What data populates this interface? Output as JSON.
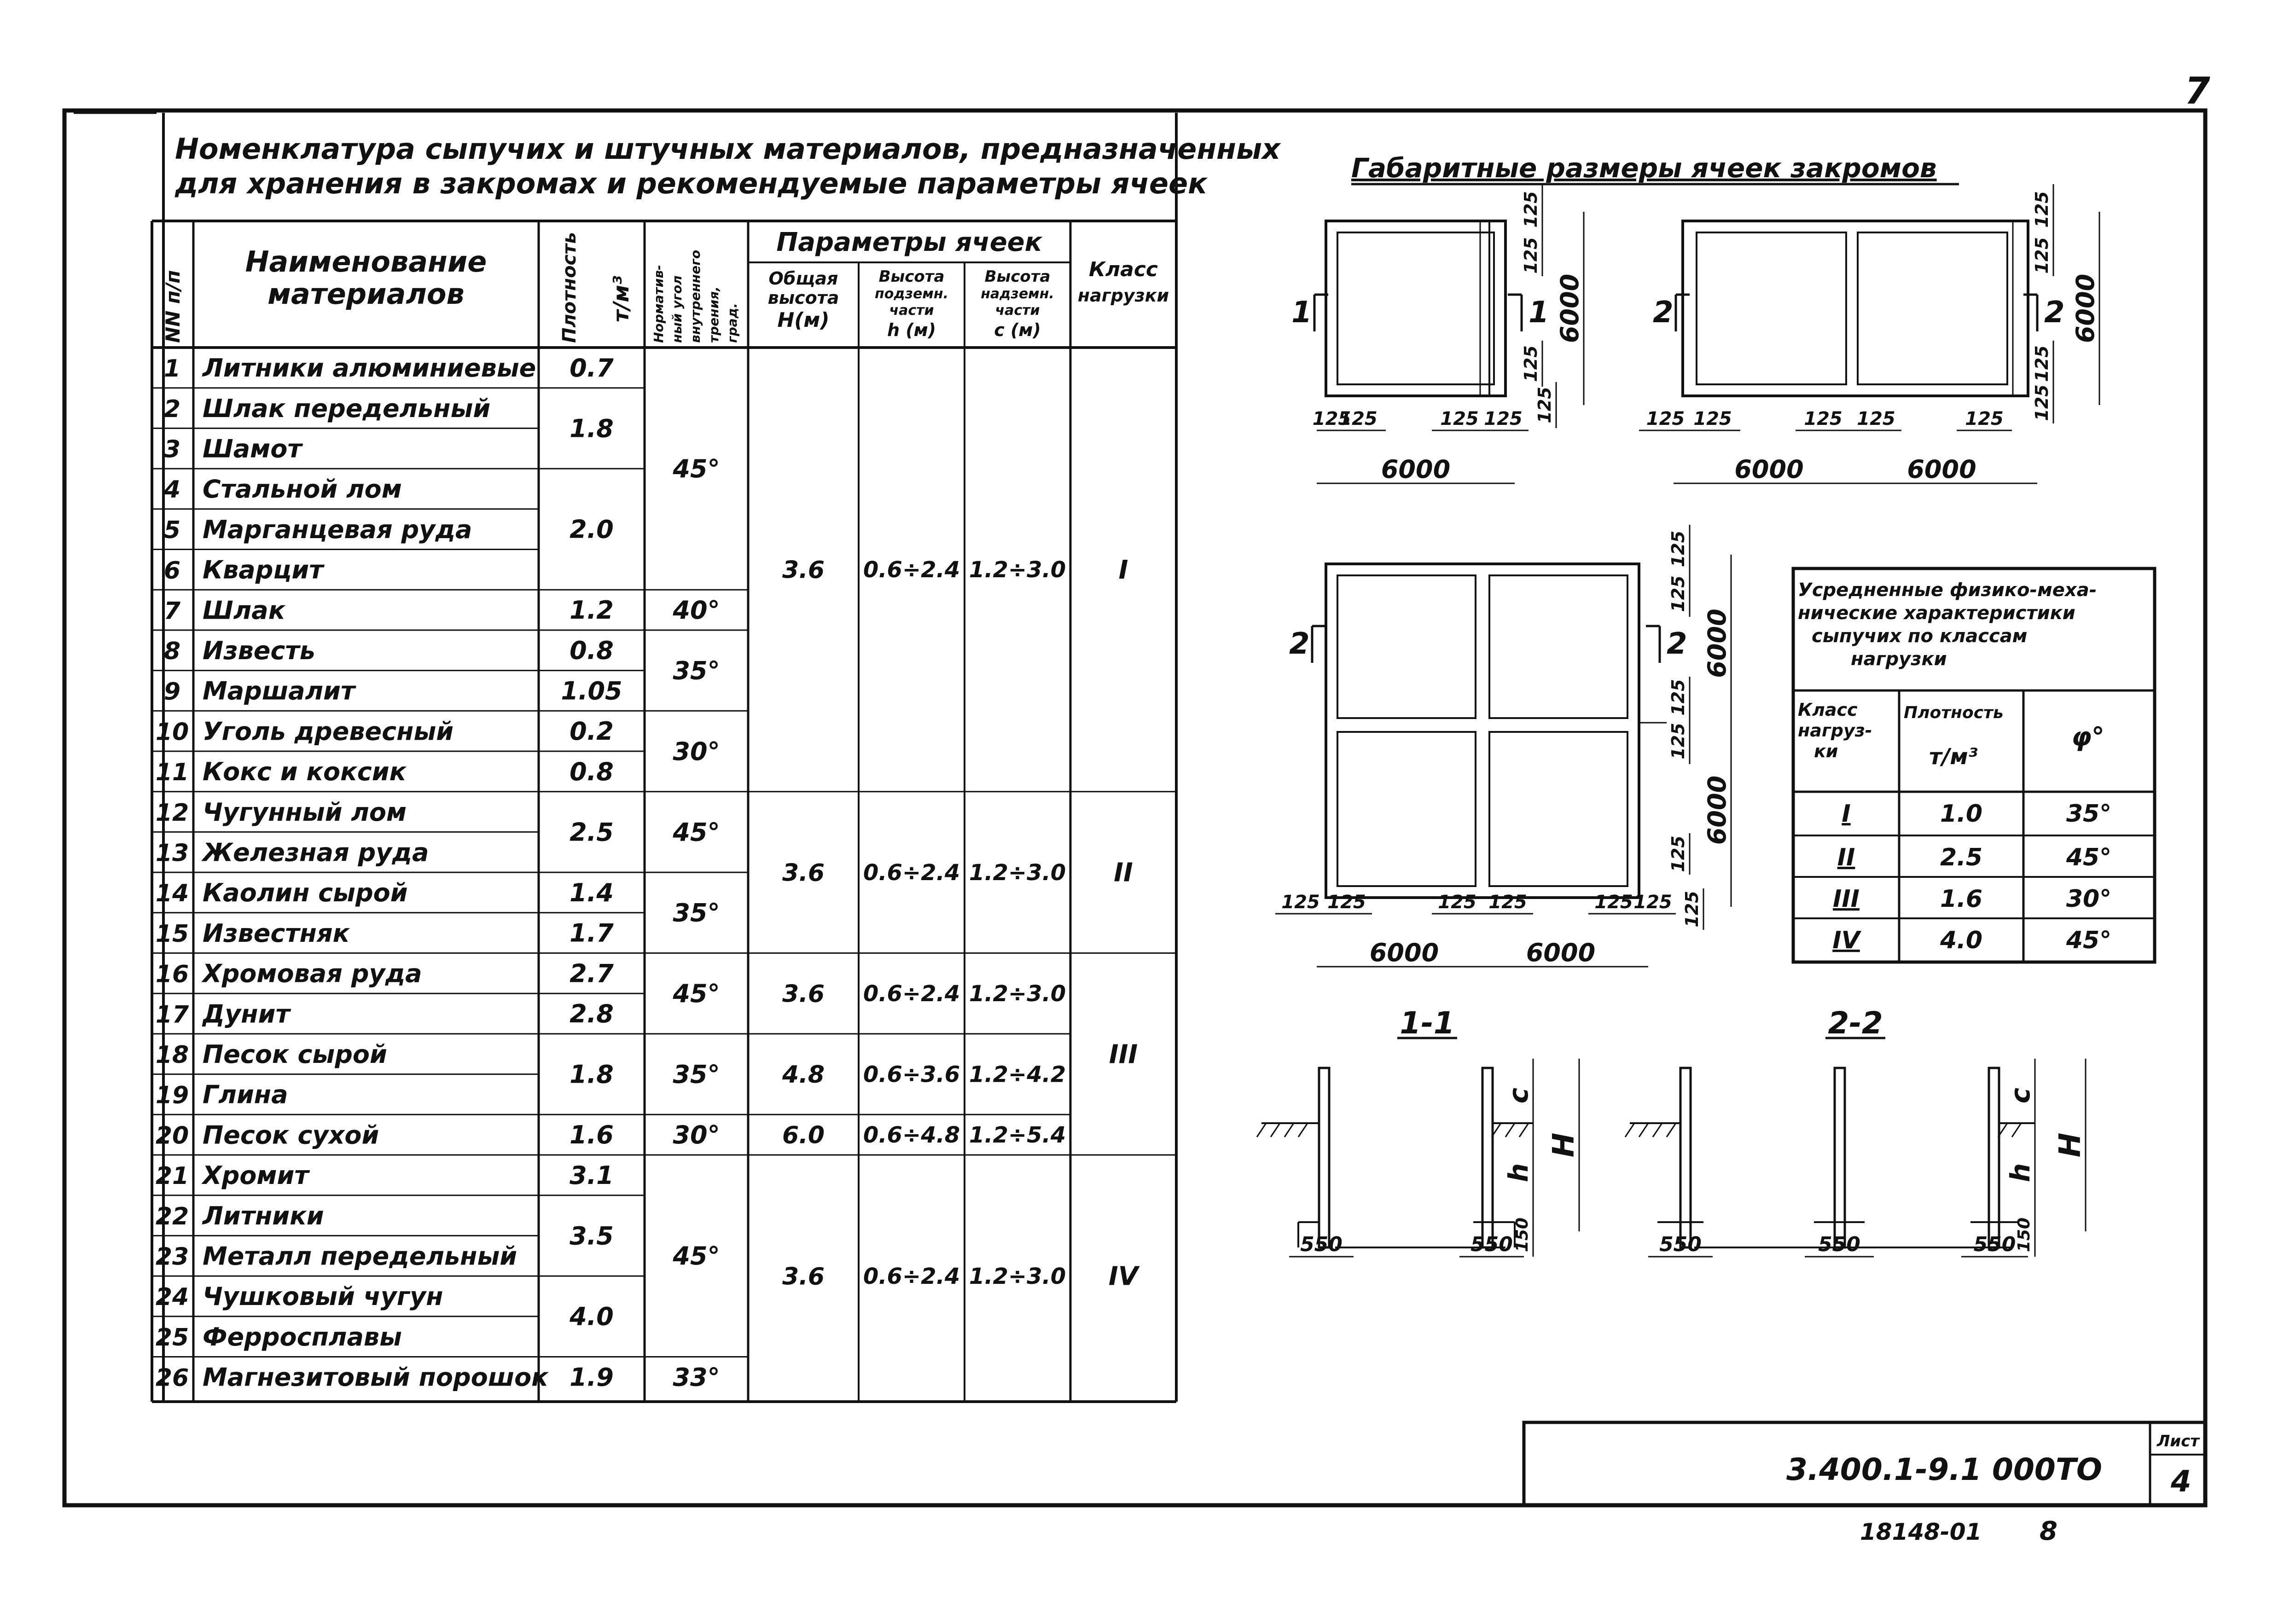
{
  "page_mark": "7",
  "table": {
    "title_line1": "Номенклатура сыпучих и штучных материалов, предназначенных",
    "title_line2": "для хранения в закромах и рекомендуемые параметры ячеек",
    "headers": {
      "num": "NN п/п",
      "name": "Наименование материалов",
      "density": "Плотность т/м³",
      "angle": "Нормативный угол внутреннего трения, град.",
      "params": "Параметры ячеек",
      "total_height": "Общая высота H(м)",
      "under_height": "Высота подземн. части h (м)",
      "above_height": "Высота надземн. части c (м)",
      "class": "Класс нагрузки"
    },
    "rows": [
      {
        "n": "1",
        "name": "Литники алюминиевые"
      },
      {
        "n": "2",
        "name": "Шлак передельный"
      },
      {
        "n": "3",
        "name": "Шамот"
      },
      {
        "n": "4",
        "name": "Стальной лом"
      },
      {
        "n": "5",
        "name": "Марганцевая руда"
      },
      {
        "n": "6",
        "name": "Кварцит"
      },
      {
        "n": "7",
        "name": "Шлак"
      },
      {
        "n": "8",
        "name": "Известь"
      },
      {
        "n": "9",
        "name": "Маршалит"
      },
      {
        "n": "10",
        "name": "Уголь древесный"
      },
      {
        "n": "11",
        "name": "Кокс и коксик"
      },
      {
        "n": "12",
        "name": "Чугунный лом"
      },
      {
        "n": "13",
        "name": "Железная руда"
      },
      {
        "n": "14",
        "name": "Каолин сырой"
      },
      {
        "n": "15",
        "name": "Известняк"
      },
      {
        "n": "16",
        "name": "Хромовая руда"
      },
      {
        "n": "17",
        "name": "Дунит"
      },
      {
        "n": "18",
        "name": "Песок сырой"
      },
      {
        "n": "19",
        "name": "Глина"
      },
      {
        "n": "20",
        "name": "Песок сухой"
      },
      {
        "n": "21",
        "name": "Хромит"
      },
      {
        "n": "22",
        "name": "Литники"
      },
      {
        "n": "23",
        "name": "Металл передельный"
      },
      {
        "n": "24",
        "name": "Чушковый чугун"
      },
      {
        "n": "25",
        "name": "Ферросплавы"
      },
      {
        "n": "26",
        "name": "Магнезитовый порошок"
      }
    ],
    "density_cells": [
      {
        "rows": [
          1,
          1
        ],
        "v": "0.7"
      },
      {
        "rows": [
          2,
          3
        ],
        "v": "1.8"
      },
      {
        "rows": [
          4,
          6
        ],
        "v": "2.0"
      },
      {
        "rows": [
          7,
          7
        ],
        "v": "1.2"
      },
      {
        "rows": [
          8,
          8
        ],
        "v": "0.8"
      },
      {
        "rows": [
          9,
          9
        ],
        "v": "1.05"
      },
      {
        "rows": [
          10,
          10
        ],
        "v": "0.2"
      },
      {
        "rows": [
          11,
          11
        ],
        "v": "0.8"
      },
      {
        "rows": [
          12,
          13
        ],
        "v": "2.5"
      },
      {
        "rows": [
          14,
          14
        ],
        "v": "1.4"
      },
      {
        "rows": [
          15,
          15
        ],
        "v": "1.7"
      },
      {
        "rows": [
          16,
          16
        ],
        "v": "2.7"
      },
      {
        "rows": [
          17,
          17
        ],
        "v": "2.8"
      },
      {
        "rows": [
          18,
          19
        ],
        "v": "1.8"
      },
      {
        "rows": [
          20,
          20
        ],
        "v": "1.6"
      },
      {
        "rows": [
          21,
          21
        ],
        "v": "3.1"
      },
      {
        "rows": [
          22,
          23
        ],
        "v": "3.5"
      },
      {
        "rows": [
          24,
          25
        ],
        "v": "4.0"
      },
      {
        "rows": [
          26,
          26
        ],
        "v": "1.9"
      }
    ],
    "angle_cells": [
      {
        "rows": [
          1,
          6
        ],
        "v": "45°"
      },
      {
        "rows": [
          7,
          7
        ],
        "v": "40°"
      },
      {
        "rows": [
          8,
          9
        ],
        "v": "35°"
      },
      {
        "rows": [
          10,
          11
        ],
        "v": "30°"
      },
      {
        "rows": [
          12,
          13
        ],
        "v": "45°"
      },
      {
        "rows": [
          14,
          15
        ],
        "v": "35°"
      },
      {
        "rows": [
          16,
          17
        ],
        "v": "45°"
      },
      {
        "rows": [
          18,
          19
        ],
        "v": "35°"
      },
      {
        "rows": [
          20,
          20
        ],
        "v": "30°"
      },
      {
        "rows": [
          21,
          25
        ],
        "v": "45°"
      },
      {
        "rows": [
          26,
          26
        ],
        "v": "33°"
      }
    ],
    "param_cells": [
      {
        "rows": [
          1,
          11
        ],
        "H": "3.6",
        "h": "0.6÷2.4",
        "c": "1.2÷3.0"
      },
      {
        "rows": [
          12,
          15
        ],
        "H": "3.6",
        "h": "0.6÷2.4",
        "c": "1.2÷3.0"
      },
      {
        "rows": [
          16,
          17
        ],
        "H": "3.6",
        "h": "0.6÷2.4",
        "c": "1.2÷3.0"
      },
      {
        "rows": [
          18,
          19
        ],
        "H": "4.8",
        "h": "0.6÷3.6",
        "c": "1.2÷4.2"
      },
      {
        "rows": [
          20,
          20
        ],
        "H": "6.0",
        "h": "0.6÷4.8",
        "c": "1.2÷5.4"
      },
      {
        "rows": [
          21,
          26
        ],
        "H": "3.6",
        "h": "0.6÷2.4",
        "c": "1.2÷3.0"
      }
    ],
    "class_cells": [
      {
        "rows": [
          1,
          11
        ],
        "v": "I"
      },
      {
        "rows": [
          12,
          15
        ],
        "v": "II"
      },
      {
        "rows": [
          16,
          20
        ],
        "v": "III"
      },
      {
        "rows": [
          21,
          26
        ],
        "v": "IV"
      }
    ]
  },
  "drawings": {
    "title": "Габаритные размеры ячеек закромов",
    "d125": "125",
    "d6000": "6000",
    "d150": "150",
    "d550": "550",
    "sec1_mark": "1",
    "sec2_mark": "2",
    "section1_title": "1-1",
    "section2_title": "2-2",
    "label_c": "c",
    "label_h": "h",
    "label_H": "H"
  },
  "props_table": {
    "title_line1": "Усредненные физико-меха-",
    "title_line2": "нические характеристики",
    "title_line3": "сыпучих по классам",
    "title_line4": "нагрузки",
    "h_class": "Класс нагрузки",
    "h_density": "Плотность т/м³",
    "h_angle": "φ°",
    "rows": [
      {
        "cls": "I",
        "d": "1.0",
        "a": "35°"
      },
      {
        "cls": "II",
        "d": "2.5",
        "a": "45°"
      },
      {
        "cls": "III",
        "d": "1.6",
        "a": "30°"
      },
      {
        "cls": "IV",
        "d": "4.0",
        "a": "45°"
      }
    ]
  },
  "stamp": {
    "code": "3.400.1-9.1   000ТО",
    "sheet_label": "Лист",
    "sheet_no": "4"
  },
  "archive_no": "18148-01",
  "archive_page": "8"
}
